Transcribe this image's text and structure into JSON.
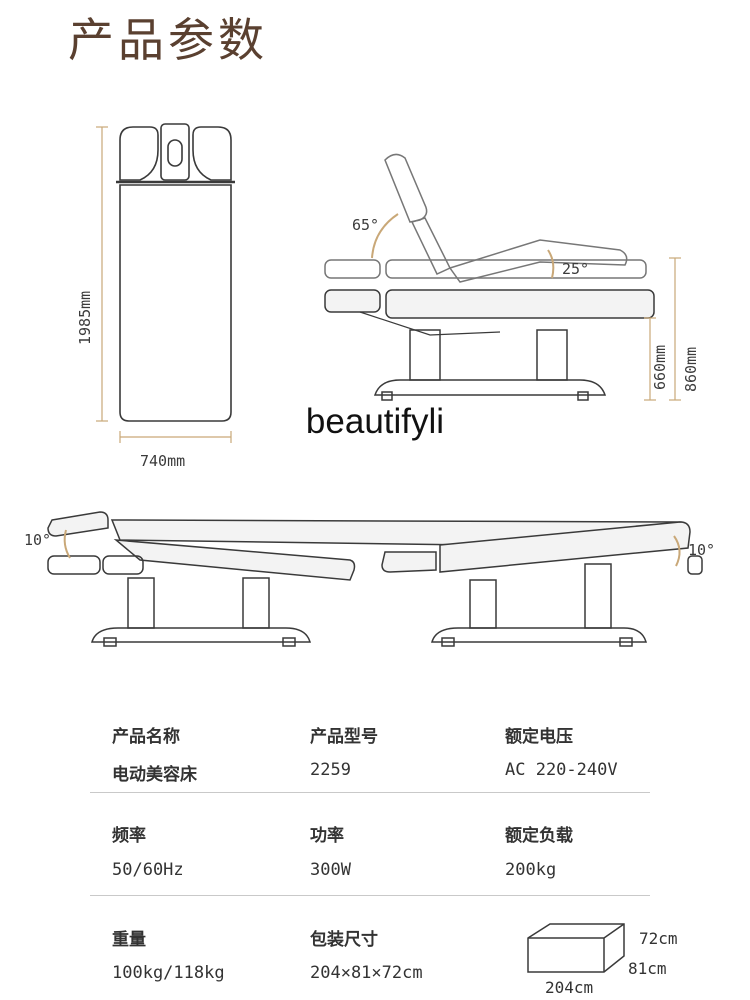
{
  "header": {
    "title": "产品参数"
  },
  "brand": {
    "name": "beautifyli"
  },
  "diagram": {
    "top_view": {
      "length": "1985mm",
      "width": "740mm"
    },
    "side_view": {
      "backrest_angle": "65°",
      "leg_angle": "25°",
      "min_height": "660mm",
      "max_height": "860mm"
    },
    "tilt_left": {
      "angle": "10°"
    },
    "tilt_right": {
      "angle": "10°"
    }
  },
  "specs": {
    "row1": [
      {
        "label": "产品名称",
        "value": "电动美容床"
      },
      {
        "label": "产品型号",
        "value": "2259"
      },
      {
        "label": "额定电压",
        "value": "AC 220-240V"
      }
    ],
    "row2": [
      {
        "label": "频率",
        "value": "50/60Hz"
      },
      {
        "label": "功率",
        "value": "300W"
      },
      {
        "label": "额定负载",
        "value": "200kg"
      }
    ],
    "row3": [
      {
        "label": "重量",
        "value": "100kg/118kg"
      },
      {
        "label": "包装尺寸",
        "value": "204×81×72cm"
      }
    ]
  },
  "package_box": {
    "height": "72cm",
    "depth": "81cm",
    "length": "204cm"
  }
}
